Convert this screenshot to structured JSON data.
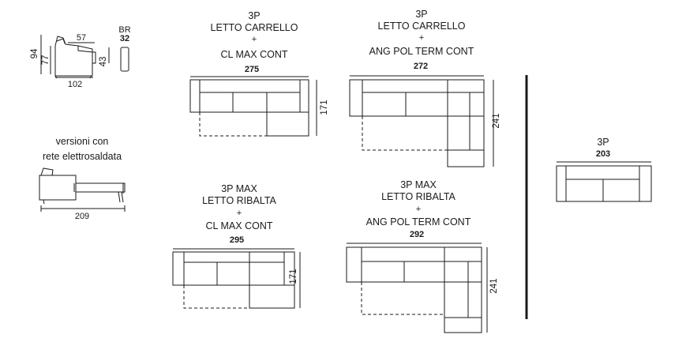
{
  "colors": {
    "line": "#1a1a1a",
    "fill": "#ffffff",
    "dash": "#1a1a1a"
  },
  "profile": {
    "dims": {
      "width": "102",
      "depth": "57",
      "height": "94",
      "seat_height": "77",
      "arm_height": "43"
    },
    "arm_code": "BR",
    "arm_width": "32"
  },
  "bed_version": {
    "caption_line1": "versioni con",
    "caption_line2": "rete elettrosaldata",
    "length": "209"
  },
  "configs": {
    "c1": {
      "line1": "3P",
      "line2": "LETTO CARRELLO",
      "plus": "+",
      "line3": "CL MAX CONT",
      "width": "275",
      "depth": "171"
    },
    "c2": {
      "line1": "3P",
      "line2": "LETTO CARRELLO",
      "plus": "+",
      "line3": "ANG POL TERM CONT",
      "width": "272",
      "depth": "241"
    },
    "c3": {
      "line1": "3P MAX",
      "line2": "LETTO RIBALTA",
      "plus": "+",
      "line3": "CL MAX CONT",
      "width": "295",
      "depth": "171"
    },
    "c4": {
      "line1": "3P MAX",
      "line2": "LETTO RIBALTA",
      "plus": "+",
      "line3": "ANG POL TERM CONT",
      "width": "292",
      "depth": "241"
    },
    "c5": {
      "line1": "3P",
      "width": "203"
    }
  }
}
